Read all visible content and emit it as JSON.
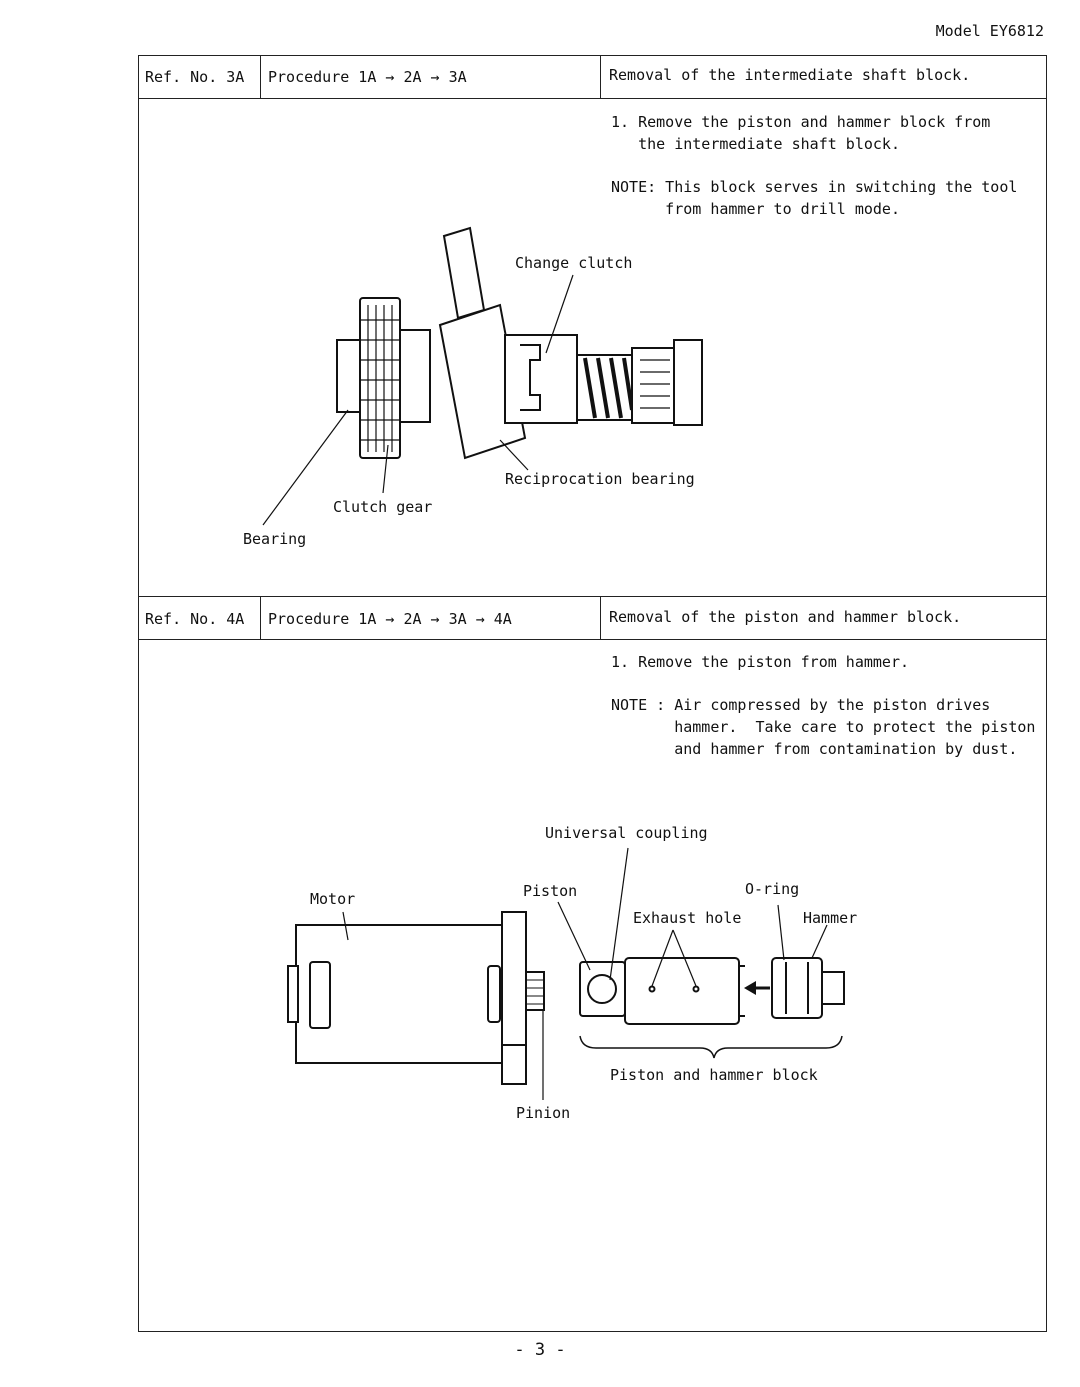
{
  "header": {
    "model": "Model EY6812"
  },
  "sections": [
    {
      "ref": "Ref. No. 3A",
      "procedure": "Procedure 1A → 2A → 3A",
      "title": "Removal of the intermediate shaft block.",
      "step": "1. Remove the piston and hammer block from\n   the intermediate shaft block.",
      "note": "NOTE: This block serves in switching the tool\n      from hammer to drill mode.",
      "labels": {
        "change_clutch": "Change clutch",
        "reciprocation_bearing": "Reciprocation bearing",
        "clutch_gear": "Clutch gear",
        "bearing": "Bearing"
      }
    },
    {
      "ref": "Ref. No. 4A",
      "procedure": "Procedure 1A → 2A → 3A → 4A",
      "title": "Removal of the piston and hammer block.",
      "step": "1. Remove the piston from hammer.",
      "note": "NOTE : Air compressed by the piston drives\n       hammer.  Take care to protect the piston\n       and hammer from contamination by dust.",
      "labels": {
        "universal_coupling": "Universal coupling",
        "motor": "Motor",
        "piston": "Piston",
        "o_ring": "O-ring",
        "exhaust_hole": "Exhaust hole",
        "hammer": "Hammer",
        "block": "Piston and hammer block",
        "pinion": "Pinion"
      }
    }
  ],
  "footer": {
    "page": "- 3 -"
  }
}
